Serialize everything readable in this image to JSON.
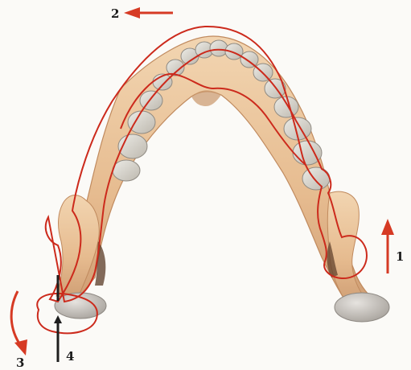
{
  "labels": {
    "one": "1",
    "two": "2",
    "three": "3",
    "four": "4"
  },
  "colors": {
    "background": "#fbfaf7",
    "bone": "#e8bf94",
    "bone_dark": "#c9956a",
    "bone_light": "#f3d9b8",
    "tooth": "#d9d5cc",
    "tooth_shadow": "#a9a39a",
    "condyle": "#cfcbc6",
    "outline_red": "#cc2a1c",
    "arrow_red": "#d63a24",
    "arrow_black": "#1e1e1e"
  },
  "icons": {
    "arrow_1": "arrow-up-icon",
    "arrow_2": "arrow-left-icon",
    "arrow_3": "curved-arrow-down-icon",
    "arrow_4": "arrow-up-icon"
  }
}
